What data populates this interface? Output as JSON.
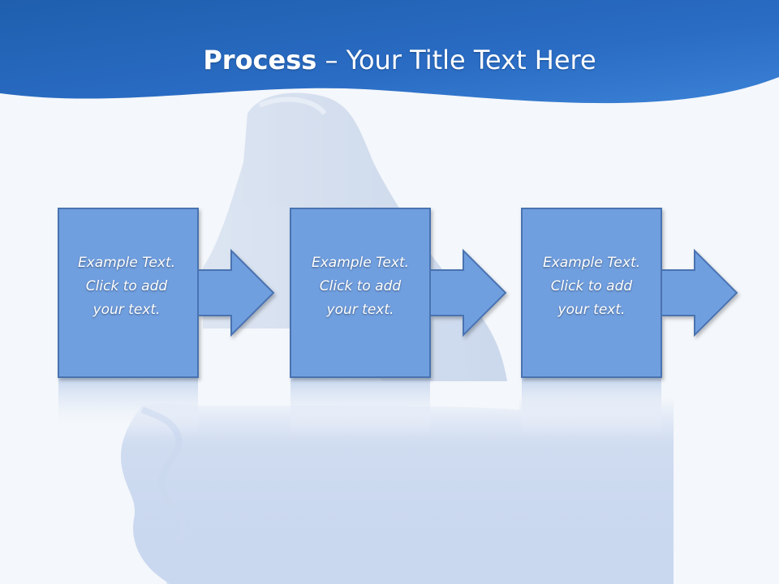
{
  "slide": {
    "title_bold": "Process",
    "title_rest": " – Your Title Text Here",
    "steps": [
      {
        "line1": "Example Text.",
        "line2": "Click  to add",
        "line3": "your text."
      },
      {
        "line1": "Example Text.",
        "line2": "Click  to add",
        "line3": "your text."
      },
      {
        "line1": "Example Text.",
        "line2": "Click  to add",
        "line3": "your text."
      }
    ]
  },
  "colors": {
    "header_dark": "#1f5fae",
    "header_light": "#3b82d6",
    "box_fill": "#6f9fe0",
    "box_border": "#4a73b0",
    "background": "#f4f7fb"
  }
}
